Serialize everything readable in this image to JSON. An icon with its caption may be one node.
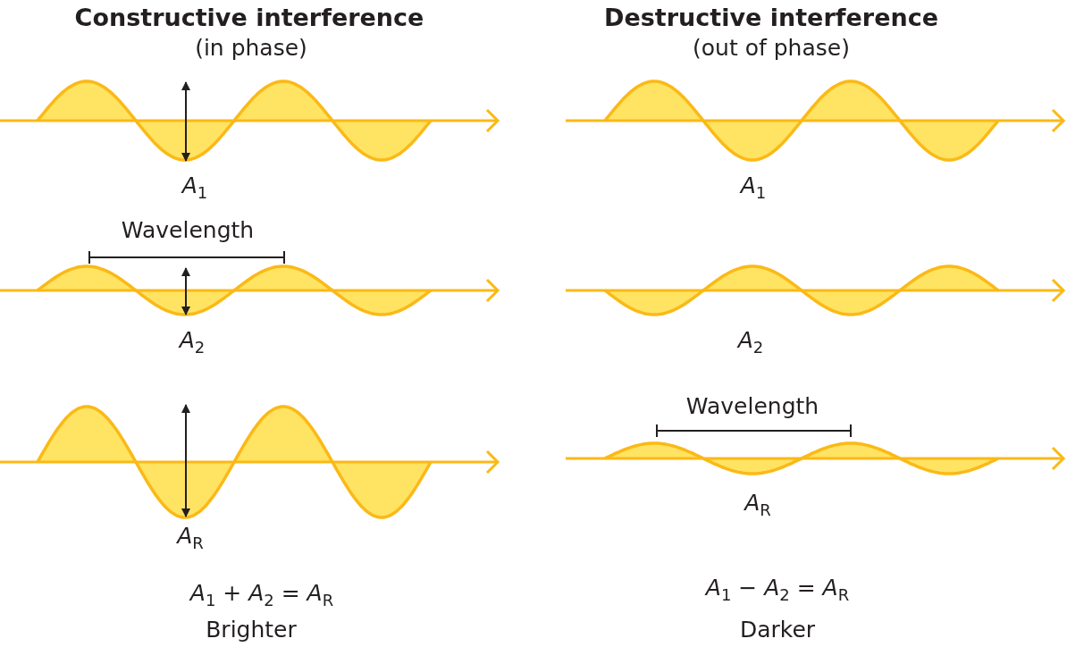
{
  "diagram": {
    "labels": [
      "Constructive interference",
      "Destructive interference",
      "(in phase)",
      "(out of phase)",
      "*A*$_{1}$",
      "*A*$_{1}$",
      "Wavelength",
      "*A*$_{2}$",
      "*A*$_{2}$",
      "Wavelength",
      "*A*$_{R}$",
      "*A*$_{R}$",
      "*A*$_{1}$ + *A*$_{2}$ = *A*$_{R}$",
      "*A*$_{1}$ − *A*$_{2}$ = *A*$_{R}$",
      "Brighter",
      "Darker"
    ]
  }
}
